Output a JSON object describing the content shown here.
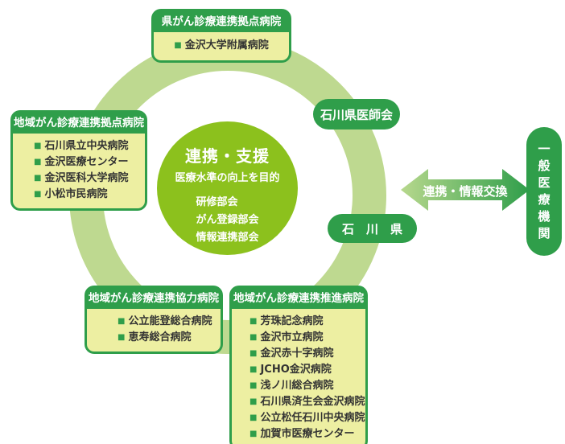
{
  "colors": {
    "node_green": "#2f9e4a",
    "ring_light_green": "#bed990",
    "center_circle_green": "#8cc11d",
    "panel_yellow_green": "#edefa2",
    "item_text": "#333333"
  },
  "icons": {
    "bullet": "■"
  },
  "center_circle": {
    "title": "連携・支援",
    "subtitle": "医療水準の向上を目的",
    "groups": [
      "研修部会",
      "がん登録部会",
      "情報連携部会"
    ]
  },
  "boxes": {
    "prefectural": {
      "header": "県がん診療連携拠点病院",
      "items": [
        "金沢大学附属病院"
      ]
    },
    "regional_base": {
      "header": "地域がん診療連携拠点病院",
      "items": [
        "石川県立中央病院",
        "金沢医療センター",
        "金沢医科大学病院",
        "小松市民病院"
      ]
    },
    "cooperation": {
      "header": "地域がん診療連携協力病院",
      "items": [
        "公立能登総合病院",
        "恵寿総合病院"
      ]
    },
    "promotion": {
      "header": "地域がん診療連携推進病院",
      "items": [
        "芳珠記念病院",
        "金沢市立病院",
        "金沢赤十字病院",
        "JCHO金沢病院",
        "浅ノ川総合病院",
        "石川県済生会金沢病院",
        "公立松任石川中央病院",
        "加賀市医療センター"
      ]
    }
  },
  "pills": {
    "medical_association": "石川県医師会",
    "prefecture": "石　川　県",
    "general_medical": "一般医療機関"
  },
  "arrow": {
    "label": "連携・情報交換"
  }
}
